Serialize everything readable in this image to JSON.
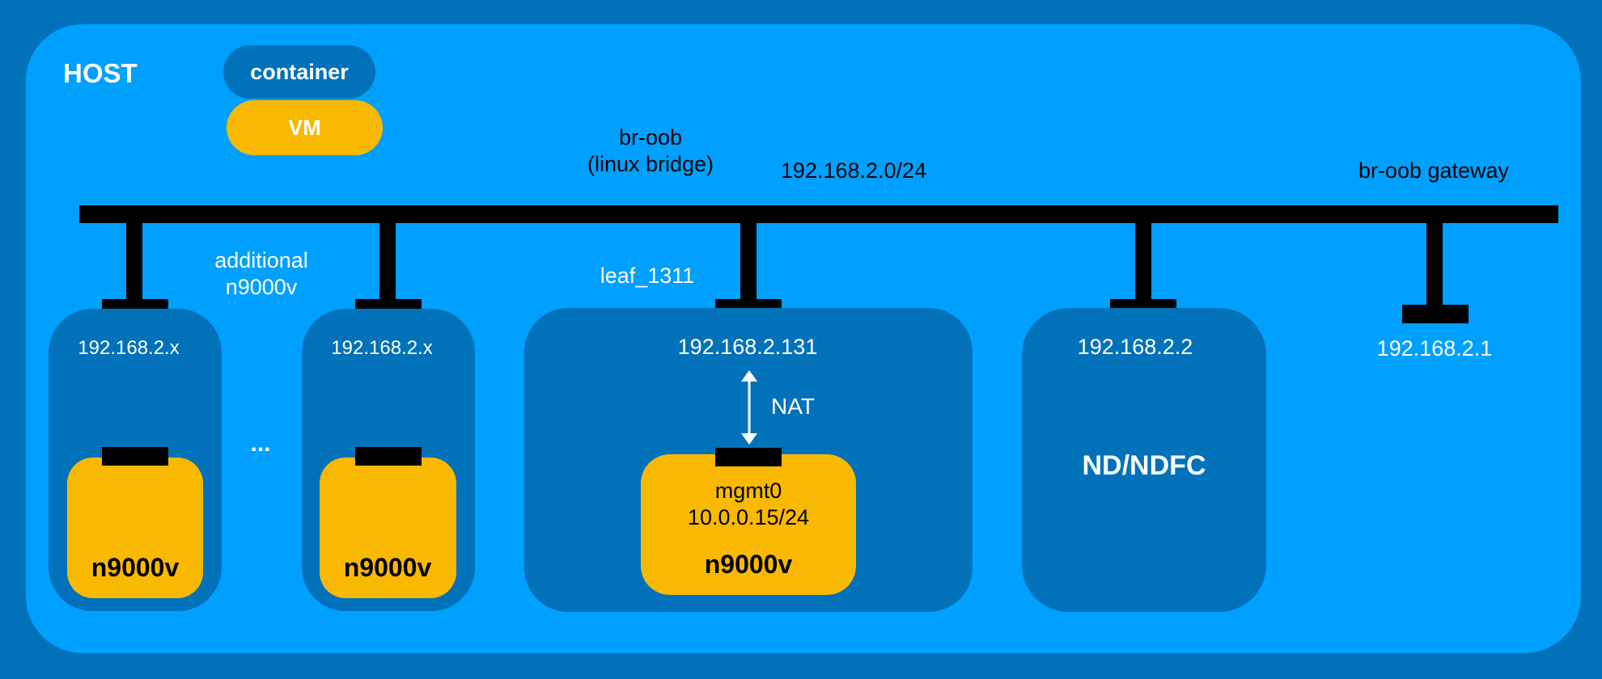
{
  "host": {
    "label": "HOST",
    "background": "#00A0FE",
    "outer_background": "#0172BA"
  },
  "legend": {
    "container_label": "container",
    "vm_label": "VM",
    "container_color": "#0172BA",
    "vm_color": "#F9B900"
  },
  "bridge": {
    "name": "br-oob",
    "type": "(linux bridge)",
    "subnet": "192.168.2.0/24",
    "gateway_label": "br-oob gateway",
    "gateway_ip": "192.168.2.1"
  },
  "additional": {
    "line1": "additional",
    "line2": "n9000v",
    "ellipsis": "..."
  },
  "nodes": [
    {
      "ip": "192.168.2.x",
      "vm_label": "n9000v"
    },
    {
      "ip": "192.168.2.x",
      "vm_label": "n9000v"
    }
  ],
  "leaf": {
    "name": "leaf_1311",
    "ip": "192.168.2.131",
    "nat_label": "NAT",
    "mgmt_iface": "mgmt0",
    "mgmt_ip": "10.0.0.15/24",
    "vm_label": "n9000v"
  },
  "nd": {
    "ip": "192.168.2.2",
    "label": "ND/NDFC"
  }
}
